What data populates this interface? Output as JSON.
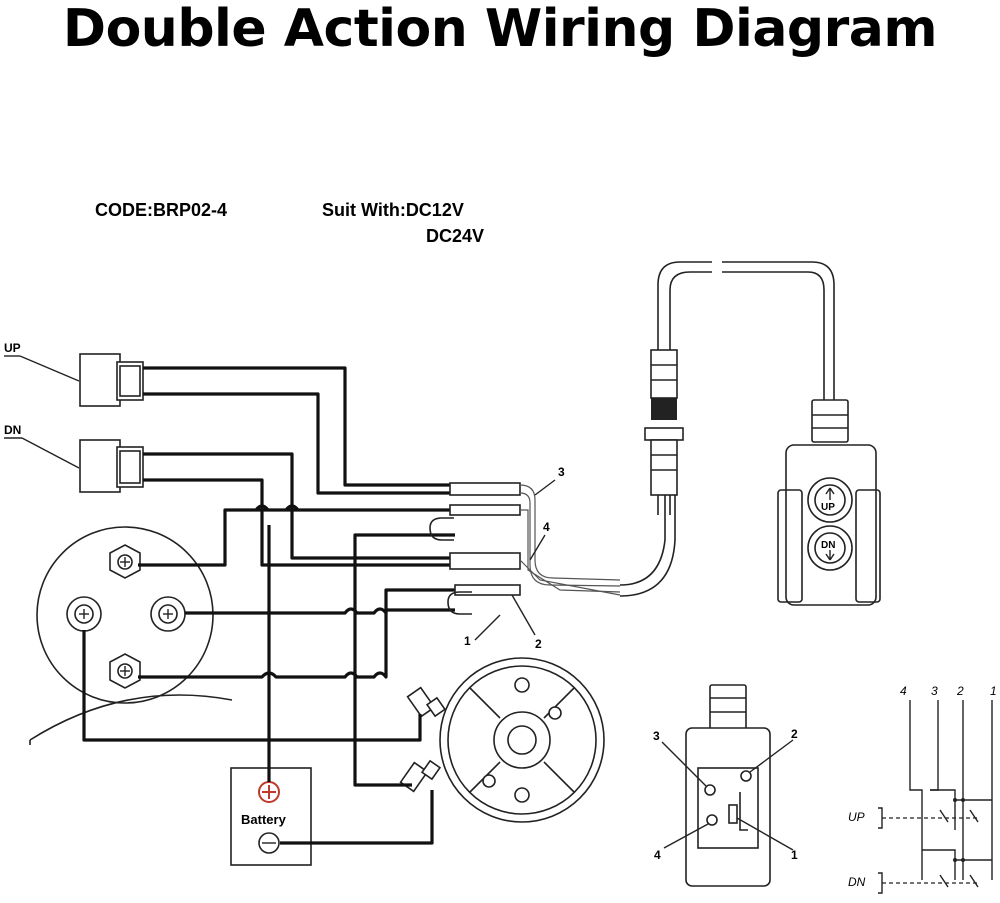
{
  "title": "Double Action Wiring Diagram",
  "code_label": "CODE:BRP02-4",
  "suit_label": "Suit With:DC12V",
  "suit_label_2": "DC24V",
  "solenoid_labels": {
    "up": "UP",
    "dn": "DN"
  },
  "battery_label": "Battery",
  "cable_wire_numbers": [
    "3",
    "4",
    "1",
    "2"
  ],
  "pendant_buttons": {
    "up": "UP",
    "dn": "DN"
  },
  "switch_terminals": [
    "3",
    "2",
    "4",
    "1"
  ],
  "schematic": {
    "column_numbers": [
      "4",
      "3",
      "2",
      "1"
    ],
    "rows": [
      "UP",
      "DN"
    ]
  }
}
